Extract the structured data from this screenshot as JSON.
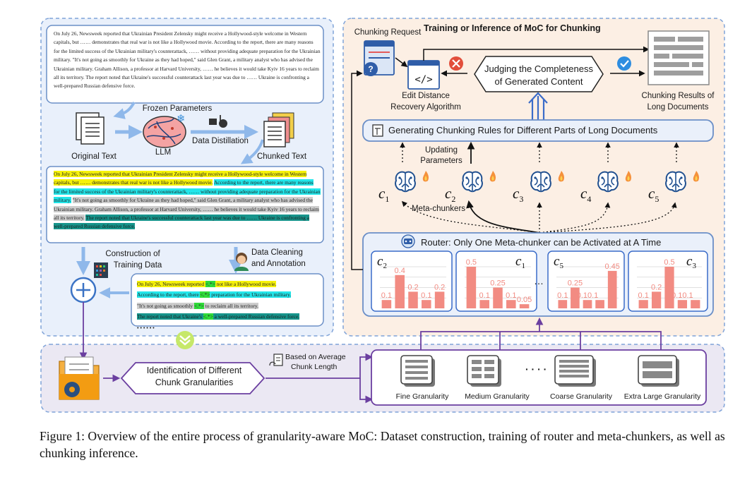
{
  "figure": {
    "caption": "Figure 1: Overview of the entire process of granularity-aware MoC: Dataset construction, training of router and meta-chunkers, as well as chunking inference."
  },
  "left_panel": {
    "original_paragraph": "On July 26, Newsweek reported that Ukrainian President Zelensky might receive a Hollywood-style welcome in Western capitals, but …… demonstrates that real war is not like a Hollywood movie. According to the report, there are many reasons for the limited success of the Ukrainian military's counterattack, …… without providing adequate preparation for the Ukrainian military. \"It's not going as smoothly for Ukraine as they had hoped,\" said Glen Grant, a military analyst who has advised the Ukrainian military. Graham Allison, a professor at Harvard University, …… he believes it would take Kyiv 16 years to reclaim all its territory. The report noted that Ukraine's successful counterattack last year was due to …… Ukraine is confronting a well-prepared Russian defensive force.",
    "chunk_segments": [
      {
        "text": "On July 26, Newsweek reported that Ukrainian President Zelensky might receive a Hollywood-style welcome in Western capitals, but …… demonstrates that real war is not like a Hollywood movie.",
        "color": "yellow"
      },
      {
        "text": "According to the report, there are many reasons for the limited success of the Ukrainian military's counterattack, …… without providing adequate preparation for the Ukrainian military.",
        "color": "cyan"
      },
      {
        "text": "\"It's not going as smoothly for Ukraine as they had hoped,\" said Glen Grant, a military analyst who has advised the Ukrainian military. Graham Allison, a professor at Harvard University, …… he believes it would take Kyiv 16 years to reclaim all its territory.",
        "color": "gray"
      },
      {
        "text": "The report noted that Ukraine's successful counterattack last year was due to …… Ukraine is confronting a well-prepared Russian defensive force.",
        "color": "teal"
      }
    ],
    "labels": {
      "frozen_parameters": "Frozen Parameters",
      "original_text": "Original Text",
      "llm": "LLM",
      "data_distillation": "Data Distillation",
      "chunked_text": "Chunked Text",
      "construction_line1": "Construction of",
      "construction_line2": "Training Data",
      "cleaning_line1": "Data Cleaning",
      "cleaning_line2": "and Annotation"
    },
    "annotation_rows": [
      {
        "before": "On July 26, Newsweek reported ",
        "mark": "<.*>",
        "after": " not like a Hollywood movie.",
        "color": "yellow"
      },
      {
        "before": "According to the report, there ",
        "mark": "<.*>",
        "after": " preparation for the Ukrainian military.",
        "color": "cyan"
      },
      {
        "before": "\"It's not going as smoothly ",
        "mark": "<.*>",
        "after": " to reclaim all its territory.",
        "color": "gray"
      },
      {
        "before": "The report noted that Ukraine's ",
        "mark": "<.*>",
        "after": " a well-prepared Russian defensive force.",
        "color": "teal"
      }
    ],
    "ellipsis": "• • • • • •"
  },
  "right_panel": {
    "title": "Training or Inference of MoC  for Chunking",
    "chunking_request": "Chunking Request",
    "edit_distance_line1": "Edit Distance",
    "edit_distance_line2": "Recovery Algorithm",
    "judging_line1": "Judging the Completeness",
    "judging_line2": "of Generated Content",
    "results_line1": "Chunking Results of",
    "results_line2": "Long Documents",
    "rules": "Generating Chunking Rules for Different Parts of Long Documents",
    "updating_line1": "Updating",
    "updating_line2": "Parameters",
    "meta_chunkers": "Meta-chunkers",
    "chunkers": [
      {
        "base": "c",
        "sub": "1"
      },
      {
        "base": "c",
        "sub": "2"
      },
      {
        "base": "c",
        "sub": "3"
      },
      {
        "base": "c",
        "sub": "4"
      },
      {
        "base": "c",
        "sub": "5"
      }
    ],
    "router": "Router: Only One Meta-chunker can be Activated at A Time",
    "router_ellipsis": "…"
  },
  "bottom_panel": {
    "identification_line1": "Identification of Different",
    "identification_line2": "Chunk Granularities",
    "based_line1": "Based on Average",
    "based_line2": "Chunk Length",
    "dots": "· · · ·",
    "granularities": [
      "Fine Granularity",
      "Medium Granularity",
      "Coarse Granularity",
      "Extra Large Granularity"
    ]
  },
  "chart_data": [
    {
      "type": "bar",
      "title": "",
      "label": {
        "base": "c",
        "sub": "2"
      },
      "values": [
        0.1,
        0.4,
        0.2,
        0.1,
        0.2
      ],
      "value_labels": [
        "0.1",
        "0.4",
        "0.2",
        "0.1",
        "0.2"
      ],
      "ylim": [
        0,
        0.5
      ]
    },
    {
      "type": "bar",
      "title": "",
      "label": {
        "base": "c",
        "sub": "1"
      },
      "values": [
        0.5,
        0.1,
        0.25,
        0.1,
        0.05
      ],
      "value_labels": [
        "0.5",
        "0.1",
        "0.25",
        "0.1",
        "0.05"
      ],
      "ylim": [
        0,
        0.5
      ]
    },
    {
      "type": "bar",
      "title": "",
      "label": {
        "base": "c",
        "sub": "5"
      },
      "values": [
        0.1,
        0.25,
        0.1,
        0.1,
        0.45
      ],
      "value_labels": [
        "0.1",
        "0.25",
        "0.10.1",
        "",
        "0.45"
      ],
      "ylim": [
        0,
        0.5
      ]
    },
    {
      "type": "bar",
      "title": "",
      "label": {
        "base": "c",
        "sub": "3"
      },
      "values": [
        0.1,
        0.2,
        0.5,
        0.1,
        0.1
      ],
      "value_labels": [
        "0.1",
        "0.2",
        "0.5",
        "0.10.1",
        ""
      ],
      "ylim": [
        0,
        0.5
      ]
    }
  ],
  "colors": {
    "left_bg": "#e9f0fb",
    "right_bg": "#fcefe4",
    "bottom_bg": "#ebe8f3",
    "blue_border": "#7fa3d8",
    "purple": "#6b3fa0",
    "bar": "#f28b82",
    "arrow_blue": "#8fb8ea"
  }
}
